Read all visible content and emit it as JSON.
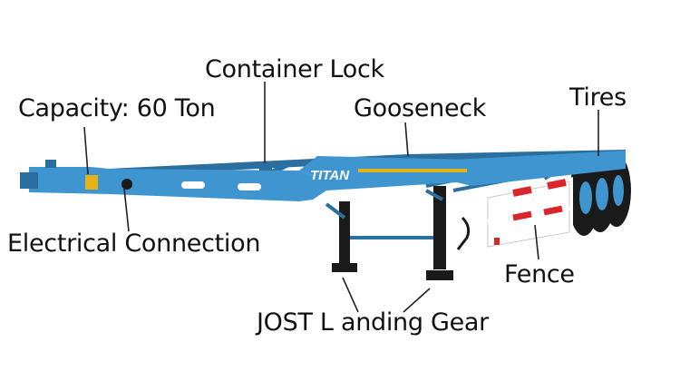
{
  "labels": {
    "container_lock": "Container Lock",
    "capacity": "Capacity: 60 Ton",
    "gooseneck": "Gooseneck",
    "tires": "Tires",
    "electrical_connection": "Electrical Connection",
    "fence": "Fence",
    "landing_gear": "JOST L anding Gear"
  },
  "brand_text": "TITAN",
  "colors": {
    "frame": "#3f95cf",
    "frame_dark": "#2a6f9f",
    "stripe": "#e6b21a",
    "fence_red": "#d8262b",
    "tire": "#1a1a1a",
    "leader_line": "#222222"
  }
}
